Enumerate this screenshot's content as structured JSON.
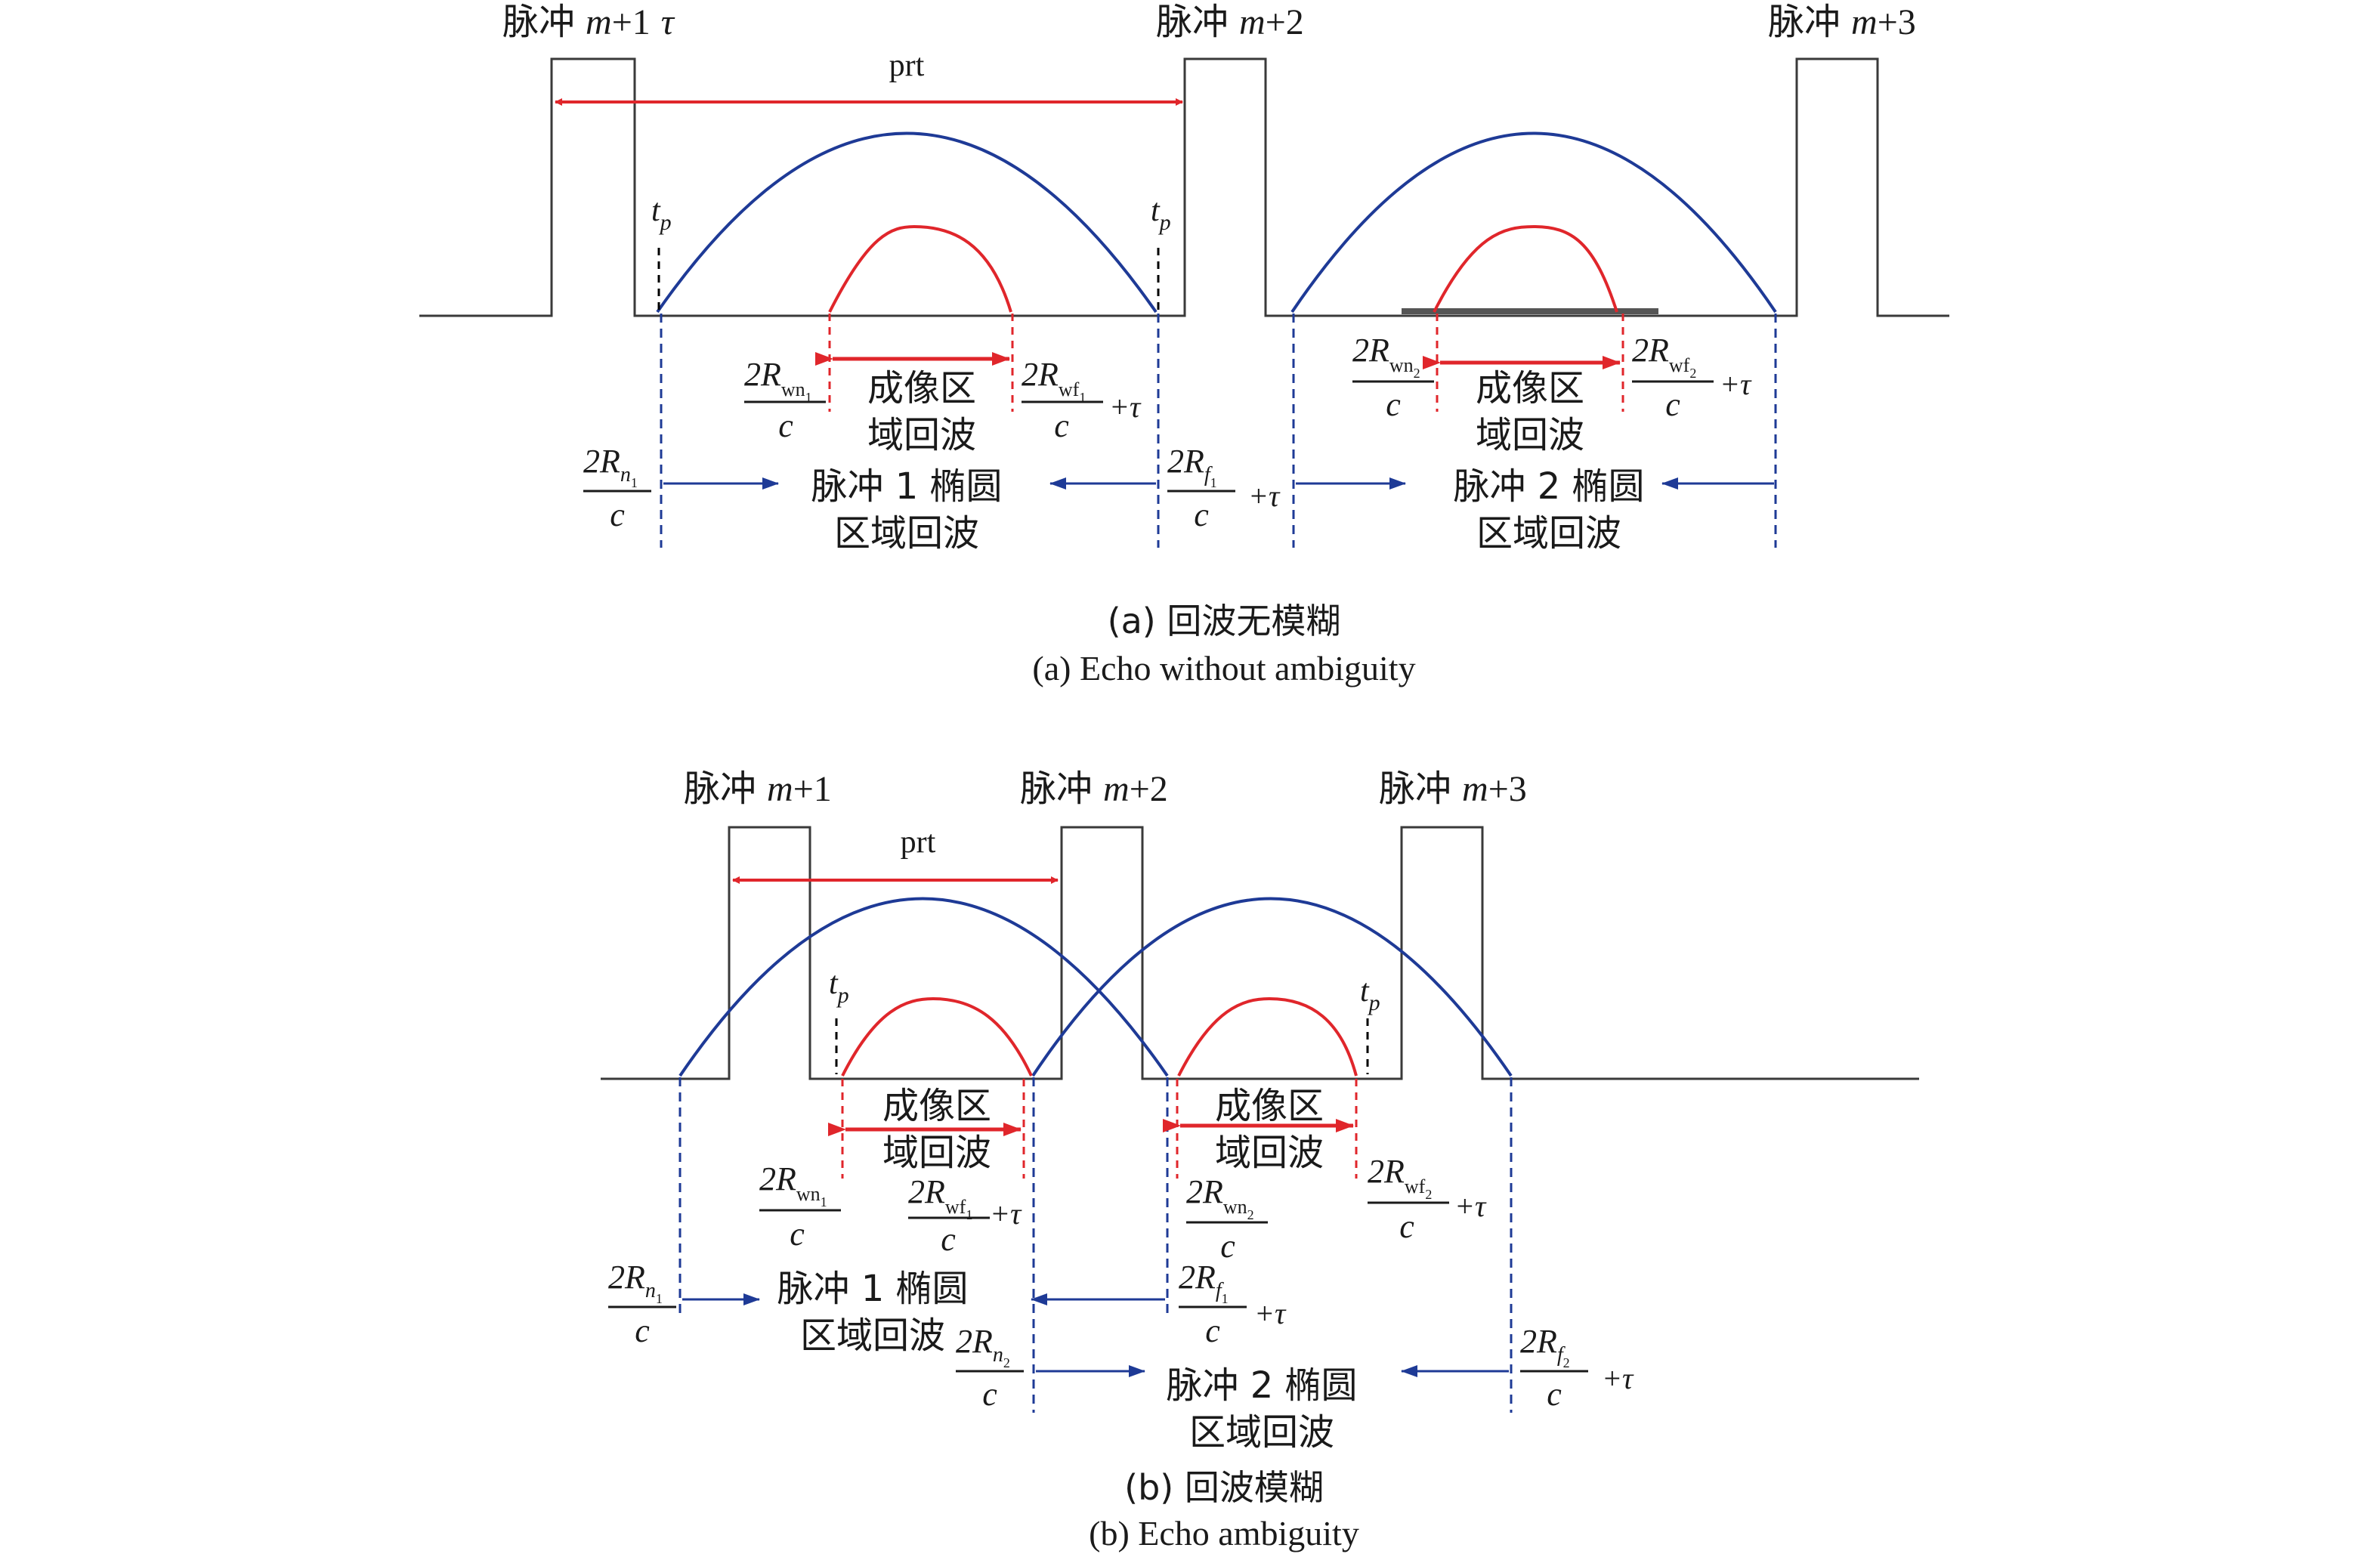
{
  "colors": {
    "pulse": "#3a3a3a",
    "ellipse_echo": "#1e3a96",
    "imaging_echo": "#e0262b",
    "text": "#1a1a1a"
  },
  "labels": {
    "pulse_prefix": "脉冲",
    "m": "m",
    "plus1": "+1",
    "plus2": "+2",
    "plus3": "+3",
    "tau": "τ",
    "prt": "prt",
    "t": "t",
    "p": "p",
    "two_R": "2R",
    "c": "c",
    "wn1": "wn",
    "wf1": "wf",
    "sub1": "1",
    "sub2": "2",
    "n": "n",
    "f": "f",
    "plus_tau": "+τ",
    "imaging_line1": "成像区",
    "imaging_line2": "域回波",
    "pulse1_line1": "脉冲 1 椭圆",
    "pulse2_line1": "脉冲 2 椭圆",
    "region_line2": "区域回波"
  },
  "captions": {
    "a_zh": "(a) 回波无模糊",
    "a_en": "(a) Echo without ambiguity",
    "b_zh": "(b) 回波模糊",
    "b_en": "(b) Echo ambiguity"
  }
}
